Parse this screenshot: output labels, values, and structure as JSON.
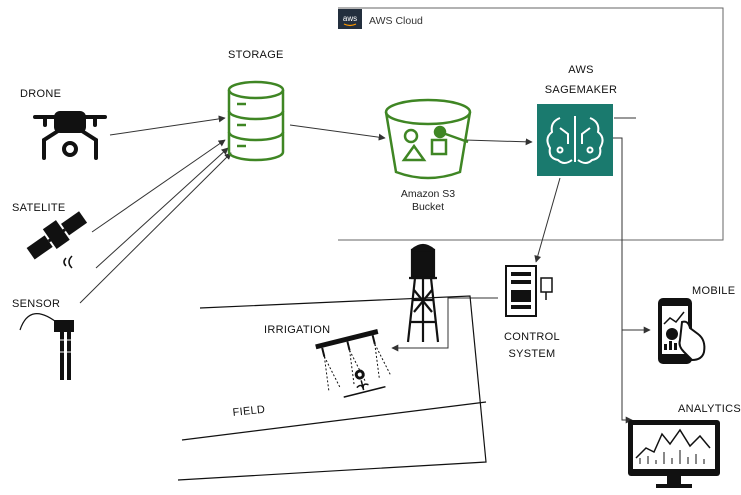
{
  "cloud": {
    "badge": "aws",
    "title": "AWS Cloud"
  },
  "nodes": {
    "drone": {
      "label": "DRONE",
      "icon": "drone-icon"
    },
    "satellite": {
      "label": "SATELITE",
      "icon": "satellite-icon"
    },
    "sensor": {
      "label": "SENSOR",
      "icon": "sensor-icon"
    },
    "storage": {
      "label": "STORAGE",
      "icon": "database-icon"
    },
    "s3": {
      "label_line1": "Amazon S3",
      "label_line2": "Bucket",
      "icon": "s3-bucket-icon"
    },
    "sagemaker": {
      "label_line1": "AWS",
      "label_line2": "SAGEMAKER",
      "icon": "sagemaker-icon"
    },
    "control": {
      "label_line1": "CONTROL",
      "label_line2": "SYSTEM",
      "icon": "control-system-icon"
    },
    "irrigation": {
      "label": "IRRIGATION",
      "icon": "irrigation-sprinkler-icon"
    },
    "field": {
      "label": "FIELD"
    },
    "mobile": {
      "label": "MOBILE",
      "icon": "mobile-phone-icon"
    },
    "analytics": {
      "label": "ANALYTICS",
      "icon": "analytics-monitor-icon"
    },
    "tower": {
      "icon": "water-tower-icon"
    }
  },
  "colors": {
    "storage_green": "#3f8624",
    "sagemaker_teal": "#1a7a6e",
    "line": "#333333",
    "cloud_border": "#666666",
    "icon_dark": "#111111"
  }
}
